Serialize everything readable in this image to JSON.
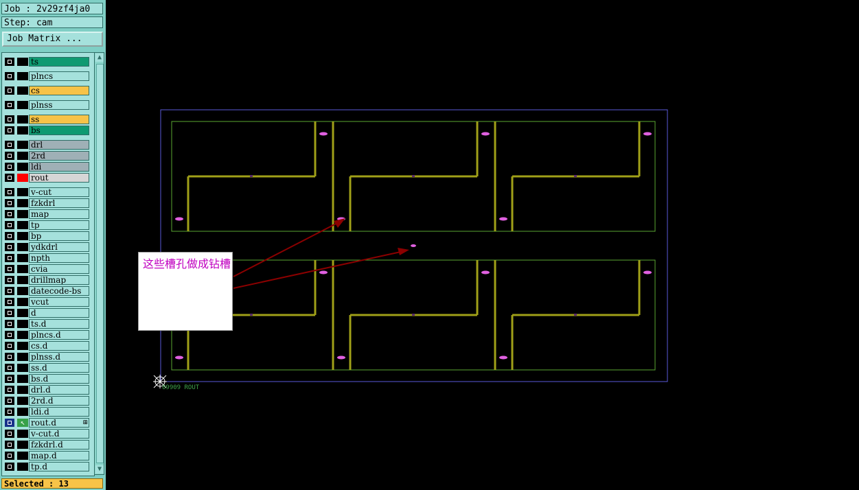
{
  "header": {
    "job": "Job : 2v29zf4ja0",
    "step": "Step: cam",
    "job_matrix_label": "Job Matrix ..."
  },
  "layers": [
    {
      "name": "ts",
      "cat": "green"
    },
    {
      "name": "plncs",
      "cat": "cyan"
    },
    {
      "name": "cs",
      "cat": "orange"
    },
    {
      "name": "plnss",
      "cat": "cyan"
    },
    {
      "name": "ss",
      "cat": "orange"
    },
    {
      "name": "bs",
      "cat": "green"
    },
    {
      "name": "drl",
      "cat": "gray"
    },
    {
      "name": "2rd",
      "cat": "gray"
    },
    {
      "name": "ldi",
      "cat": "gray"
    },
    {
      "name": "rout",
      "cat": "light",
      "mark": "red"
    },
    {
      "name": "v-cut",
      "cat": "cyan"
    },
    {
      "name": "fzkdrl",
      "cat": "cyan"
    },
    {
      "name": "map",
      "cat": "cyan"
    },
    {
      "name": "tp",
      "cat": "cyan"
    },
    {
      "name": "bp",
      "cat": "cyan"
    },
    {
      "name": "ydkdrl",
      "cat": "cyan"
    },
    {
      "name": "npth",
      "cat": "cyan"
    },
    {
      "name": "cvia",
      "cat": "cyan"
    },
    {
      "name": "drillmap",
      "cat": "cyan"
    },
    {
      "name": "datecode-bs",
      "cat": "cyan"
    },
    {
      "name": "vcut",
      "cat": "cyan"
    },
    {
      "name": "d",
      "cat": "cyan"
    },
    {
      "name": "ts.d",
      "cat": "cyan"
    },
    {
      "name": "plncs.d",
      "cat": "cyan"
    },
    {
      "name": "cs.d",
      "cat": "cyan"
    },
    {
      "name": "plnss.d",
      "cat": "cyan"
    },
    {
      "name": "ss.d",
      "cat": "cyan"
    },
    {
      "name": "bs.d",
      "cat": "cyan"
    },
    {
      "name": "drl.d",
      "cat": "cyan"
    },
    {
      "name": "2rd.d",
      "cat": "cyan"
    },
    {
      "name": "ldi.d",
      "cat": "cyan"
    },
    {
      "name": "rout.d",
      "cat": "cyan",
      "mark": "arrow",
      "selected": true,
      "tiny": "⊞"
    },
    {
      "name": "v-cut.d",
      "cat": "cyan"
    },
    {
      "name": "fzkdrl.d",
      "cat": "cyan"
    },
    {
      "name": "map.d",
      "cat": "cyan"
    },
    {
      "name": "tp.d",
      "cat": "cyan"
    }
  ],
  "scrollbar": {
    "up_icon": "▲",
    "down_icon": "▼"
  },
  "status": {
    "selected": "Selected : 13"
  },
  "canvas": {
    "origin_label": "09909  ROUT",
    "colors": {
      "profile": "#5a5ad8",
      "panel": "#5aa832",
      "slot": "#a0a018",
      "drill": "#e060e0",
      "arrow": "#8b0000"
    }
  },
  "callout": {
    "text": "这些槽孔做成钻槽"
  }
}
